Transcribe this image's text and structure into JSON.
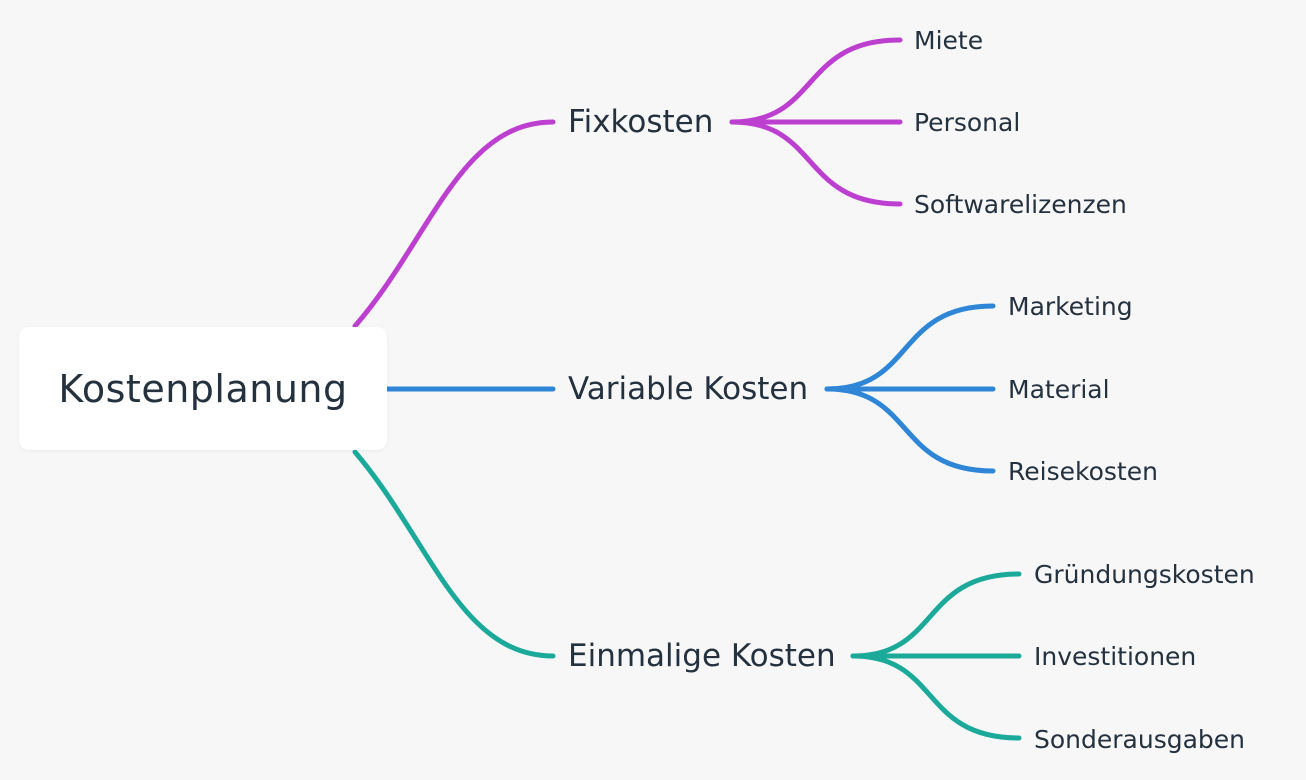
{
  "root": {
    "label": "Kostenplanung"
  },
  "branches": [
    {
      "label": "Fixkosten",
      "color": "#bc3fd0",
      "children": [
        "Miete",
        "Personal",
        "Softwarelizenzen"
      ]
    },
    {
      "label": "Variable Kosten",
      "color": "#2f86d6",
      "children": [
        "Marketing",
        "Material",
        "Reisekosten"
      ]
    },
    {
      "label": "Einmalige Kosten",
      "color": "#1ba99a",
      "children": [
        "Gründungskosten",
        "Investitionen",
        "Sonderausgaben"
      ]
    }
  ]
}
